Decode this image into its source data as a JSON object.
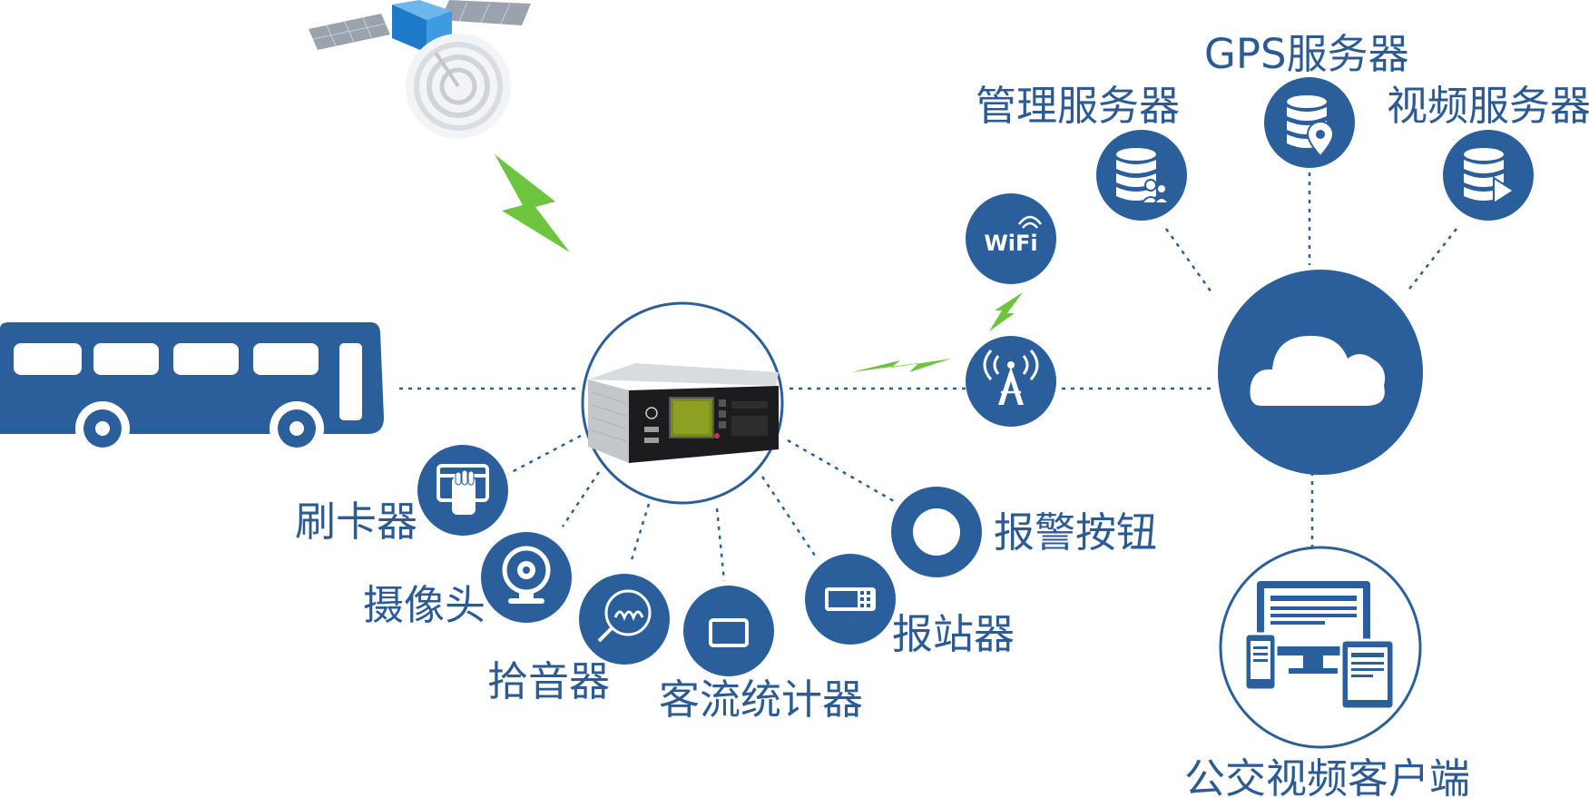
{
  "colors": {
    "primary": "#2a5f9c",
    "accent": "#6cc43f",
    "text": "#2b5a94",
    "line": "#2a5f9c",
    "background": "#ffffff"
  },
  "labels": {
    "card_reader": "刷卡器",
    "camera": "摄像头",
    "microphone": "拾音器",
    "passenger_counter": "客流统计器",
    "stop_announcer": "报站器",
    "alarm_button": "报警按钮",
    "management_server": "管理服务器",
    "gps_server": "GPS服务器",
    "video_server": "视频服务器",
    "bus_video_client": "公交视频客户端"
  },
  "icons": {
    "satellite": "satellite-icon",
    "bus": "bus-icon",
    "dvr": "mobile-dvr-device",
    "wifi": "wifi-icon",
    "tower": "signal-tower-icon",
    "cloud": "cloud-icon",
    "database": "database-icon",
    "devices": "multi-device-icon"
  },
  "device_text": {
    "wifi_badge": "WiFi"
  }
}
